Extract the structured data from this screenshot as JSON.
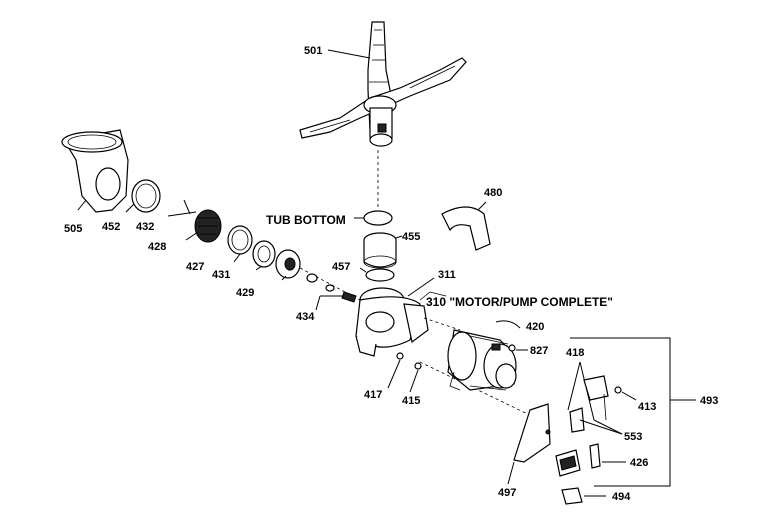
{
  "diagram": {
    "callouts": {
      "tub_bottom": "TUB BOTTOM",
      "motor_pump": "310 \"MOTOR/PUMP COMPLETE\""
    },
    "parts": [
      {
        "id": "501",
        "label": "501"
      },
      {
        "id": "505",
        "label": "505"
      },
      {
        "id": "452",
        "label": "452"
      },
      {
        "id": "432",
        "label": "432"
      },
      {
        "id": "428",
        "label": "428"
      },
      {
        "id": "427",
        "label": "427"
      },
      {
        "id": "431",
        "label": "431"
      },
      {
        "id": "429",
        "label": "429"
      },
      {
        "id": "434",
        "label": "434"
      },
      {
        "id": "455",
        "label": "455"
      },
      {
        "id": "457",
        "label": "457"
      },
      {
        "id": "311",
        "label": "311"
      },
      {
        "id": "480",
        "label": "480"
      },
      {
        "id": "420",
        "label": "420"
      },
      {
        "id": "827",
        "label": "827"
      },
      {
        "id": "417",
        "label": "417"
      },
      {
        "id": "415",
        "label": "415"
      },
      {
        "id": "418",
        "label": "418"
      },
      {
        "id": "413",
        "label": "413"
      },
      {
        "id": "493",
        "label": "493"
      },
      {
        "id": "553",
        "label": "553"
      },
      {
        "id": "426",
        "label": "426"
      },
      {
        "id": "497",
        "label": "497"
      },
      {
        "id": "494",
        "label": "494"
      }
    ]
  }
}
